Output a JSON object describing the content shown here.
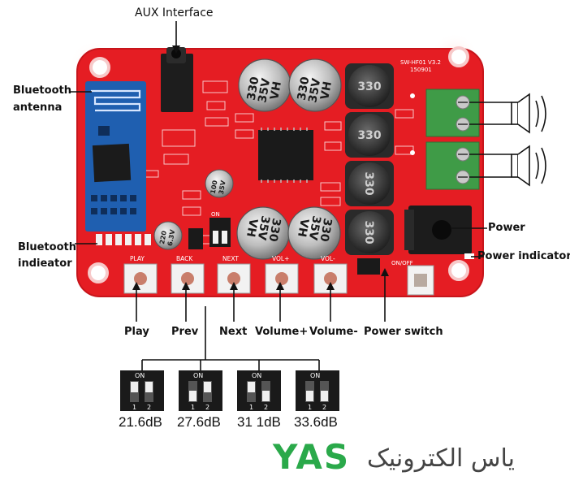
{
  "board": {
    "colors": {
      "pcb": "#e51d23",
      "pcb_edge": "#c7151b",
      "ink": "#ffffff",
      "bt_module": "#1f5fb0",
      "terminal": "#3f9b47",
      "brand": "#2aa94a"
    },
    "pcb_text": {
      "version": "SW-HF01 V3.2",
      "date": "150901",
      "cap_large": [
        "330",
        "35V",
        "VH"
      ],
      "inductor": "330",
      "cap_small_a": [
        "100",
        "35V"
      ],
      "cap_small_b": [
        "220",
        "6.3V"
      ],
      "btn_play": "PLAY",
      "btn_back": "BACK",
      "btn_next": "NEXT",
      "btn_volp": "VOL+",
      "btn_volm": "VOL-",
      "on_off": "ON/OFF",
      "dip_on": "ON"
    }
  },
  "labels": {
    "aux": "AUX Interface",
    "bt_antenna": [
      "Bluetooth",
      "antenna"
    ],
    "bt_indicator": [
      "Bluetooth",
      "indieator"
    ],
    "power": "Power",
    "power_indicator": "Power indicator",
    "play": "Play",
    "prev": "Prev",
    "next": "Next",
    "vol_up": "Volume+",
    "vol_down": "Volume-",
    "power_switch": "Power switch"
  },
  "dip_switches": [
    {
      "on": "ON",
      "n1": "1",
      "n2": "2",
      "gain": "21.6dB"
    },
    {
      "on": "ON",
      "n1": "1",
      "n2": "2",
      "gain": "27.6dB"
    },
    {
      "on": "ON",
      "n1": "1",
      "n2": "2",
      "gain": "31 1dB"
    },
    {
      "on": "ON",
      "n1": "1",
      "n2": "2",
      "gain": "33.6dB"
    }
  ],
  "brand": {
    "logo": "YAS",
    "text": "یاس الکترونیک"
  }
}
